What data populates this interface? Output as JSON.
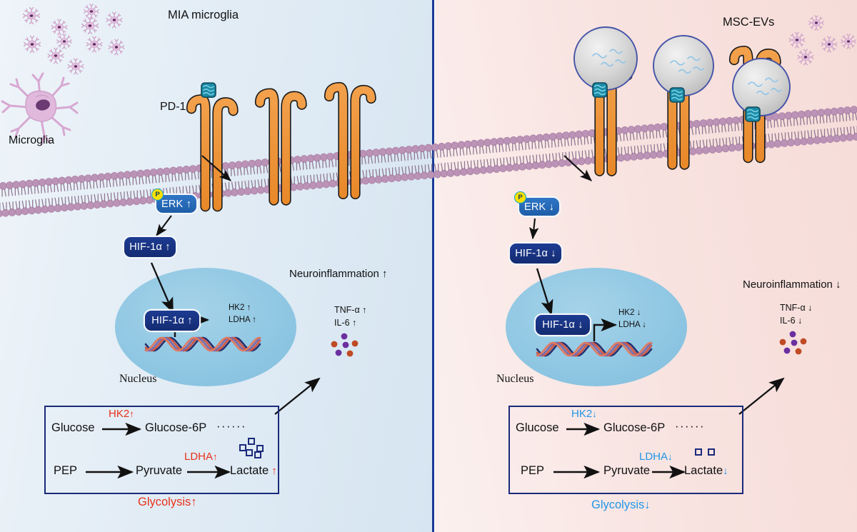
{
  "figure": {
    "type": "biological-pathway-diagram",
    "panels": [
      {
        "id": "left",
        "title": "MIA microglia",
        "direction": "up",
        "arrow": "↑",
        "accent_color": "#e8311a",
        "background_color": "#e2ecf5"
      },
      {
        "id": "right",
        "title": "MSC-EVs",
        "direction": "down",
        "arrow": "↓",
        "accent_color": "#2196e8",
        "background_color": "#f8e3e0"
      }
    ],
    "divider_color": "#1a3a96"
  },
  "left": {
    "title": "MIA microglia",
    "cell_label": "Microglia",
    "receptor_label": "PD-1",
    "erk": "ERK ↑",
    "phospho_badge": "P",
    "hif_cyto": "HIF-1α ↑",
    "hif_nucleus": "HIF-1α ↑",
    "nucleus_label": "Nucleus",
    "targets": [
      "HK2 ↑",
      "LDHA ↑"
    ],
    "neuroinflammation": "Neuroinflammation ↑",
    "cytokines": [
      "TNF-α ↑",
      "IL-6 ↑"
    ],
    "glycolysis_label": "Glycolysis",
    "glycolysis_arrow": "↑",
    "pathway": {
      "row1": {
        "substrate": "Glucose",
        "enzyme": "HK2",
        "enzyme_arrow": "↑",
        "product": "Glucose-6P",
        "ellipsis": "······"
      },
      "row2": {
        "substrate": "PEP",
        "intermediate": "Pyruvate",
        "enzyme": "LDHA",
        "enzyme_arrow": "↑",
        "product": "Lactate",
        "product_arrow": "↑",
        "lactate_particles": 5
      }
    }
  },
  "right": {
    "title": "MSC-EVs",
    "erk": "ERK ↓",
    "phospho_badge": "P",
    "hif_cyto": "HIF-1α ↓",
    "hif_nucleus": "HIF-1α ↓",
    "nucleus_label": "Nucleus",
    "targets": [
      "HK2 ↓",
      "LDHA ↓"
    ],
    "neuroinflammation": "Neuroinflammation ↓",
    "cytokines": [
      "TNF-α ↓",
      "IL-6 ↓"
    ],
    "glycolysis_label": "Glycolysis",
    "glycolysis_arrow": "↓",
    "pathway": {
      "row1": {
        "substrate": "Glucose",
        "enzyme": "HK2",
        "enzyme_arrow": "↓",
        "product": "Glucose-6P",
        "ellipsis": "······"
      },
      "row2": {
        "substrate": "PEP",
        "intermediate": "Pyruvate",
        "enzyme": "LDHA",
        "enzyme_arrow": "↓",
        "product": "Lactate",
        "product_arrow": "↓",
        "lactate_particles": 2
      }
    }
  },
  "colors": {
    "receptor_orange": "#ef8f2a",
    "membrane_purple": "#b58bb0",
    "nucleus_blue": "#8cc6e3",
    "erk_blue": "#2f76c6",
    "hif_navy": "#1d3b92",
    "ligand_teal": "#1b8ba6",
    "vesicle_gray": "#cfcfcf",
    "vesicle_border": "#4453a8",
    "microglia_pink": "#d9a8d2",
    "cytokine_purple": "#6b2fa0",
    "cytokine_orange": "#c04a25",
    "lactate_square": "#1a2a7a"
  }
}
